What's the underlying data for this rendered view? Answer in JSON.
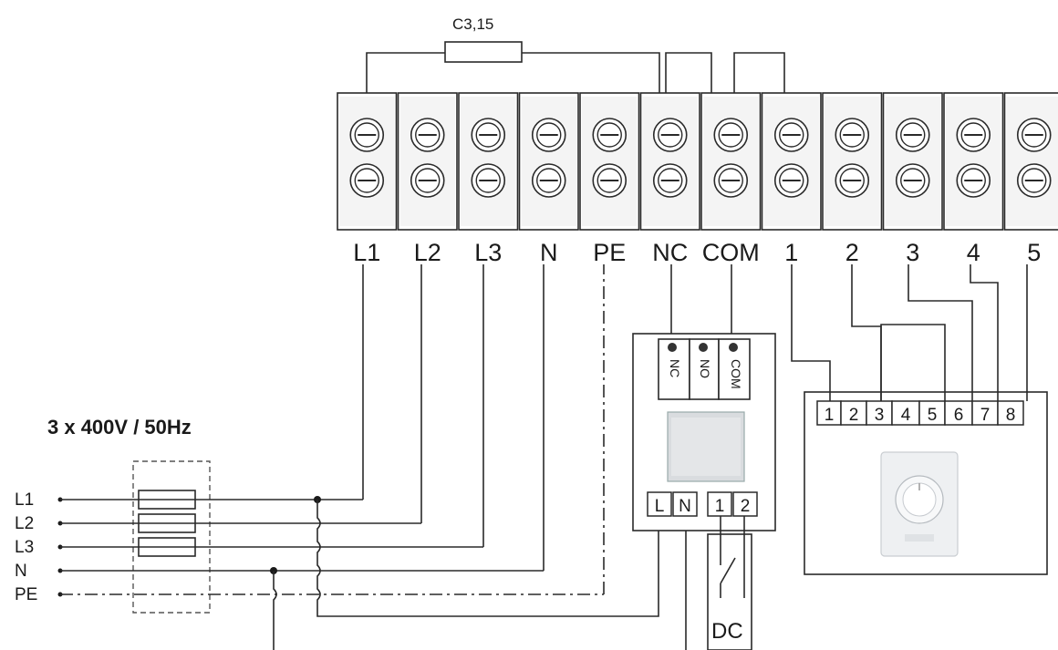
{
  "fuse_label": "C3,15",
  "supply_label": "3 x 400V / 50Hz",
  "terminal_labels": [
    "L1",
    "L2",
    "L3",
    "N",
    "PE",
    "NC",
    "COM",
    "1",
    "2",
    "3",
    "4",
    "5"
  ],
  "supply_lines": [
    "L1",
    "L2",
    "L3",
    "N",
    "PE"
  ],
  "relay_contacts": [
    "NC",
    "NO",
    "COM"
  ],
  "module_terminals": [
    "L",
    "N",
    "1",
    "2"
  ],
  "dc_label": "DC",
  "thermostat_terminals": [
    "1",
    "2",
    "3",
    "4",
    "5",
    "6",
    "7",
    "8"
  ]
}
